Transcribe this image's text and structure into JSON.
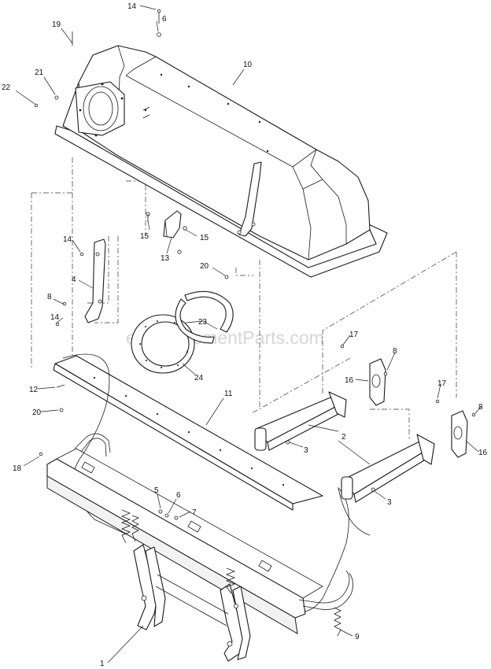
{
  "watermark": "eReplacementParts.com",
  "callouts": [
    {
      "id": "c-14a",
      "label": "14"
    },
    {
      "id": "c-6a",
      "label": "6"
    },
    {
      "id": "c-19",
      "label": "19"
    },
    {
      "id": "c-10",
      "label": "10"
    },
    {
      "id": "c-21",
      "label": "21"
    },
    {
      "id": "c-22",
      "label": "22"
    },
    {
      "id": "c-15a",
      "label": "15"
    },
    {
      "id": "c-15b",
      "label": "15"
    },
    {
      "id": "c-13",
      "label": "13"
    },
    {
      "id": "c-14b",
      "label": "14"
    },
    {
      "id": "c-4",
      "label": "4"
    },
    {
      "id": "c-8a",
      "label": "8"
    },
    {
      "id": "c-14c",
      "label": "14"
    },
    {
      "id": "c-20a",
      "label": "20"
    },
    {
      "id": "c-23",
      "label": "23"
    },
    {
      "id": "c-24",
      "label": "24"
    },
    {
      "id": "c-17a",
      "label": "17"
    },
    {
      "id": "c-8b",
      "label": "8"
    },
    {
      "id": "c-16a",
      "label": "16"
    },
    {
      "id": "c-12",
      "label": "12"
    },
    {
      "id": "c-20b",
      "label": "20"
    },
    {
      "id": "c-11",
      "label": "11"
    },
    {
      "id": "c-17b",
      "label": "17"
    },
    {
      "id": "c-8c",
      "label": "8"
    },
    {
      "id": "c-16b",
      "label": "16"
    },
    {
      "id": "c-2",
      "label": "2"
    },
    {
      "id": "c-3a",
      "label": "3"
    },
    {
      "id": "c-18",
      "label": "18"
    },
    {
      "id": "c-5",
      "label": "5"
    },
    {
      "id": "c-6b",
      "label": "6"
    },
    {
      "id": "c-7",
      "label": "7"
    },
    {
      "id": "c-3b",
      "label": "3"
    },
    {
      "id": "c-1",
      "label": "1"
    },
    {
      "id": "c-9",
      "label": "9"
    }
  ]
}
